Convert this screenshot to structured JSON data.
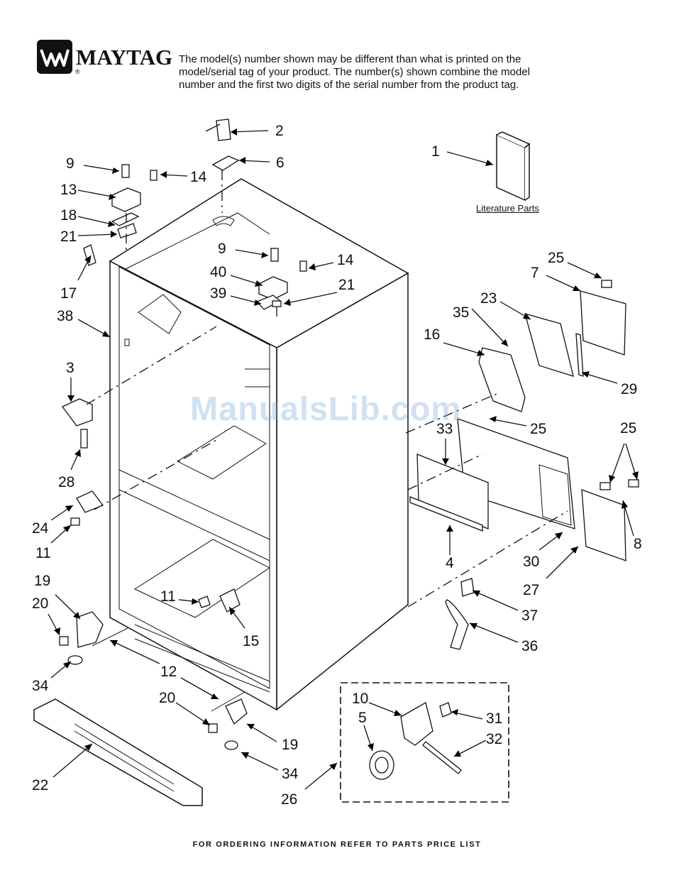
{
  "header": {
    "brand": "MAYTAG",
    "registered_mark": "®",
    "notice_lines": [
      "The model(s) number shown may be different than what is printed on the",
      "model/serial tag of your product. The number(s) shown combine the model",
      "number and the first two digits of the serial number from the product tag."
    ]
  },
  "labels": {
    "literature_parts": "Literature Parts"
  },
  "watermark": "ManualsLib.com",
  "footer": "FOR ORDERING INFORMATION REFER TO PARTS PRICE LIST",
  "callouts": [
    "2",
    "6",
    "1",
    "9",
    "14",
    "13",
    "18",
    "21",
    "17",
    "38",
    "9",
    "14",
    "40",
    "39",
    "21",
    "25",
    "7",
    "23",
    "35",
    "16",
    "29",
    "25",
    "33",
    "3",
    "28",
    "24",
    "11",
    "25",
    "8",
    "4",
    "30",
    "27",
    "19",
    "20",
    "11",
    "15",
    "37",
    "36",
    "34",
    "12",
    "20",
    "10",
    "31",
    "5",
    "32",
    "19",
    "34",
    "22",
    "26"
  ]
}
